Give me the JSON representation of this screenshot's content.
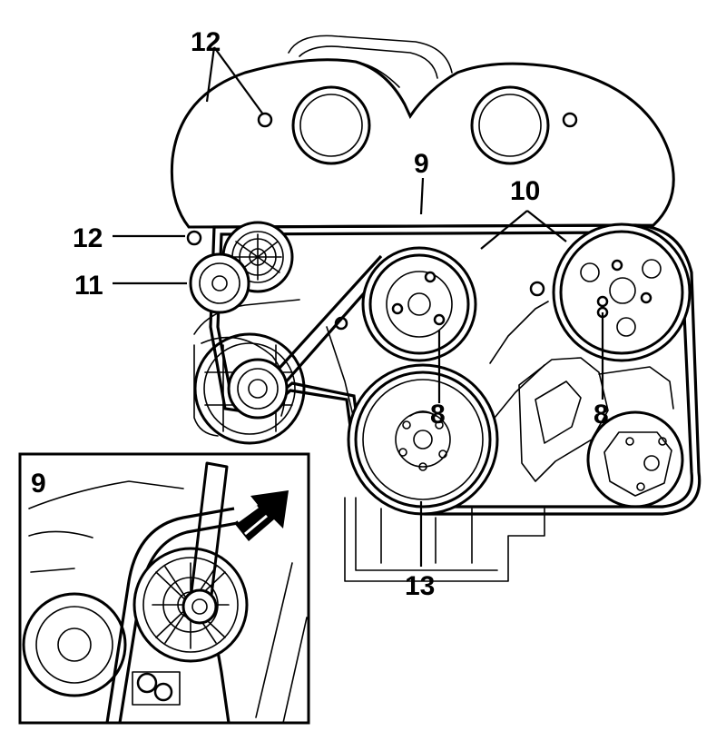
{
  "labels": {
    "tensioner_bolts_top": "12",
    "belt": "9",
    "pulleys_10": "10",
    "tensioner_bolt_left": "12",
    "idler_11": "11",
    "marker_8_left": "8",
    "marker_8_right": "8",
    "crank_pulley_13": "13",
    "inset_number": "9"
  }
}
